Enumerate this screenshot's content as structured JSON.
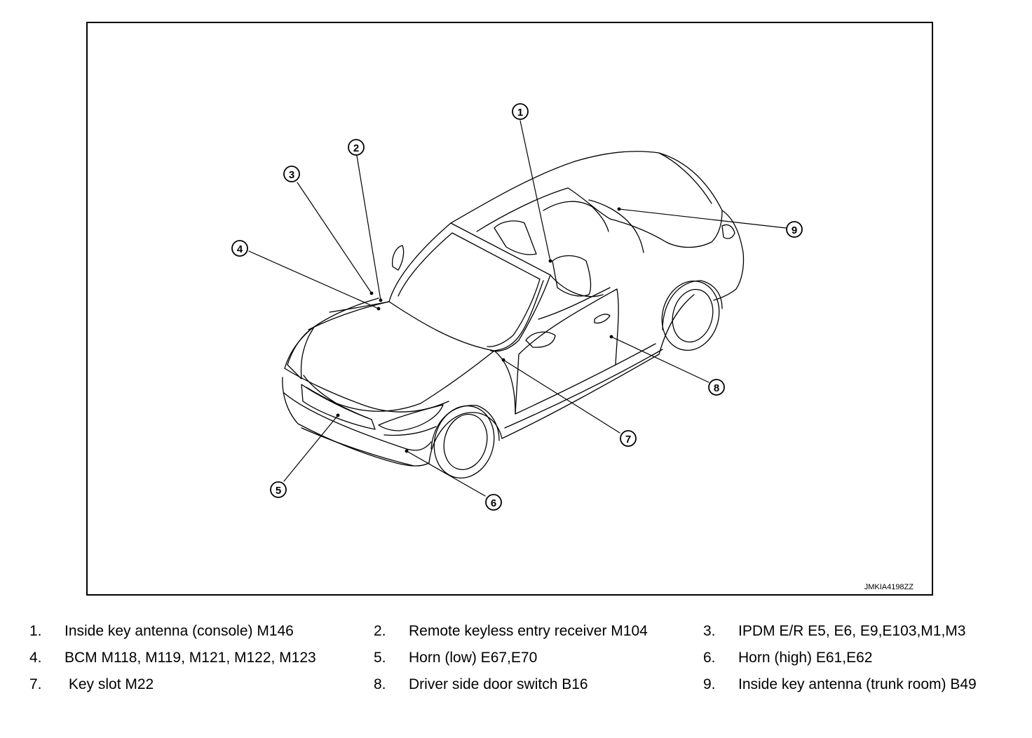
{
  "figure": {
    "code": "JMKIA4198ZZ"
  },
  "callouts": [
    "1",
    "2",
    "3",
    "4",
    "5",
    "6",
    "7",
    "8",
    "9"
  ],
  "legend": [
    {
      "num": "1.",
      "text": "Inside key antenna (console) M146"
    },
    {
      "num": "2.",
      "text": "Remote keyless entry receiver M104"
    },
    {
      "num": "3.",
      "text": "IPDM E/R E5, E6, E9,E103,M1,M3"
    },
    {
      "num": "4.",
      "text": "BCM M118, M119, M121, M122, M123"
    },
    {
      "num": "5.",
      "text": "Horn (low) E67,E70"
    },
    {
      "num": "6.",
      "text": "Horn (high) E61,E62"
    },
    {
      "num": "7.",
      "text": " Key slot M22"
    },
    {
      "num": "8.",
      "text": "Driver side door switch B16"
    },
    {
      "num": "9.",
      "text": "Inside key antenna (trunk room) B49"
    }
  ]
}
